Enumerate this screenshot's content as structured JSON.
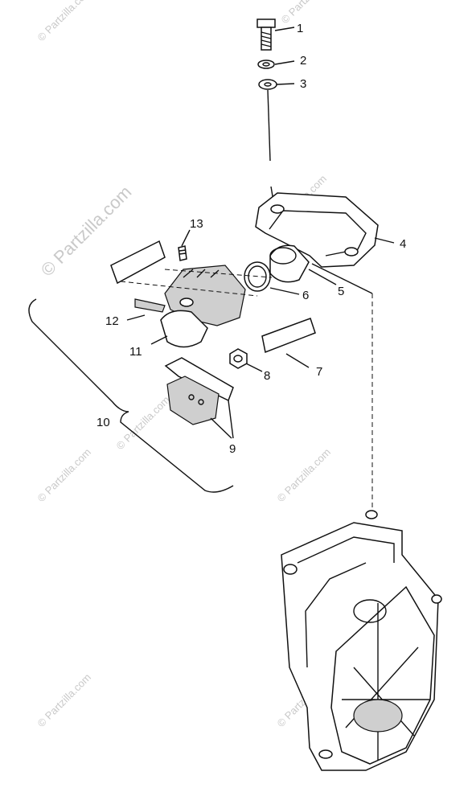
{
  "watermark": {
    "big": "© Partzilla.com",
    "small": "© Partzilla.com"
  },
  "callouts": [
    "1",
    "2",
    "3",
    "4",
    "5",
    "6",
    "7",
    "8",
    "9",
    "10",
    "11",
    "12",
    "13"
  ]
}
